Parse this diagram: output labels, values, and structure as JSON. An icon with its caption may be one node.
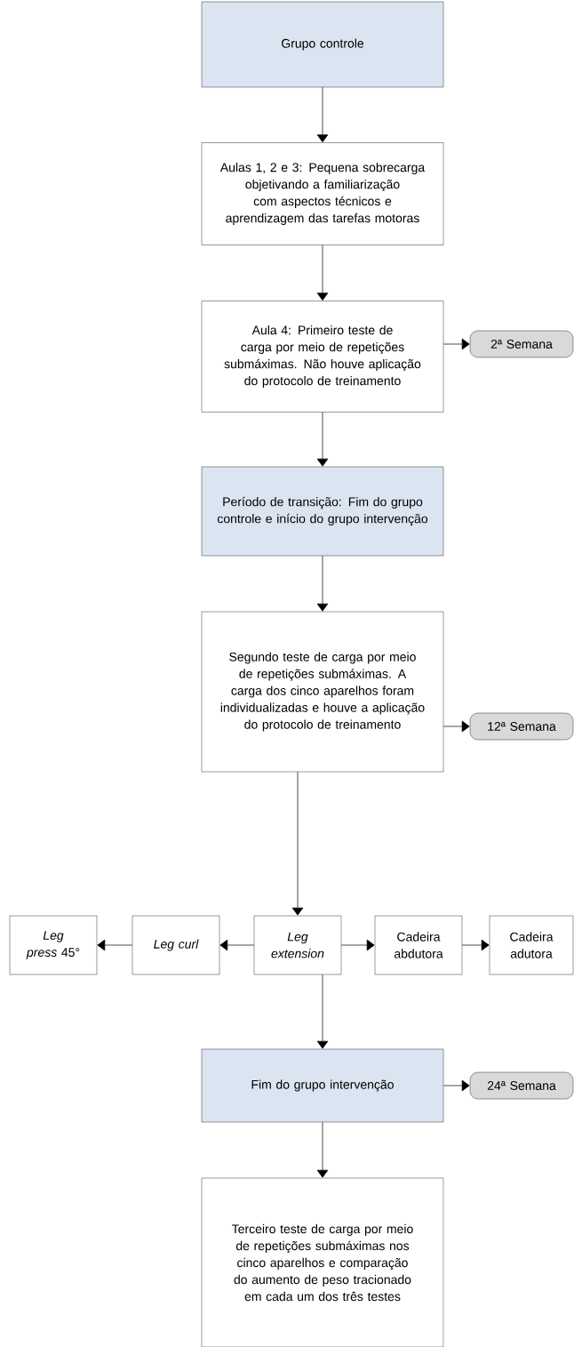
{
  "diagram": {
    "nodes": [
      {
        "text": [
          "Grupo controle"
        ]
      },
      {
        "text": [
          "Aulas 1, 2 e 3: Pequena sobrecarga objetivando a familiarização com aspectos técnicos e aprendizagem das tarefas motoras"
        ]
      },
      {
        "text": [
          "Aula 4: Primeiro teste de carga por meio de repetições submáximas. Não houve aplicação do protocolo de treinamento"
        ]
      },
      {
        "text": [
          "2ª Semana"
        ]
      },
      {
        "text": [
          "Período de transição: Fim do grupo controle e início do grupo intervenção"
        ]
      },
      {
        "text": [
          "Segundo teste de carga por meio de repetições submáximas. A carga dos cinco aparelhos foram individualizadas e houve a aplicação do protocolo de treinamento"
        ]
      },
      {
        "text": [
          "12ª Semana"
        ]
      },
      {
        "text": [
          "*Leg press* 45°"
        ]
      },
      {
        "text": [
          "Leg curl"
        ]
      },
      {
        "text": [
          "Leg extension"
        ]
      },
      {
        "text": [
          "Cadeira abdutora"
        ]
      },
      {
        "text": [
          "Cadeira adutora"
        ]
      },
      {
        "text": [
          "Fim do grupo intervenção"
        ]
      },
      {
        "text": [
          "24ª Semana"
        ]
      },
      {
        "text": [
          "Terceiro teste de carga por meio de repetições submáximas nos cinco aparelhos e comparação do aumento de peso tracionado em cada um dos três testes"
        ]
      }
    ],
    "edges": [
      {
        "from": 0,
        "to": 1,
        "arrow": "to"
      },
      {
        "from": 1,
        "to": 2,
        "arrow": "to"
      },
      {
        "from": 2,
        "to": 3,
        "arrow": "to"
      },
      {
        "from": 2,
        "to": 4,
        "arrow": "to"
      },
      {
        "from": 4,
        "to": 5,
        "arrow": "to"
      },
      {
        "from": 5,
        "to": 6,
        "arrow": "to"
      },
      {
        "from": 5,
        "to": 9,
        "arrow": "to"
      },
      {
        "from": 9,
        "to": 8,
        "arrow": "to"
      },
      {
        "from": 8,
        "to": 7,
        "arrow": "to"
      },
      {
        "from": 9,
        "to": 10,
        "arrow": "to"
      },
      {
        "from": 10,
        "to": 11,
        "arrow": "to"
      },
      {
        "from": 9,
        "to": 12,
        "arrow": "to"
      },
      {
        "from": 12,
        "to": 13,
        "arrow": "to"
      },
      {
        "from": 12,
        "to": 14,
        "arrow": "to"
      }
    ]
  }
}
